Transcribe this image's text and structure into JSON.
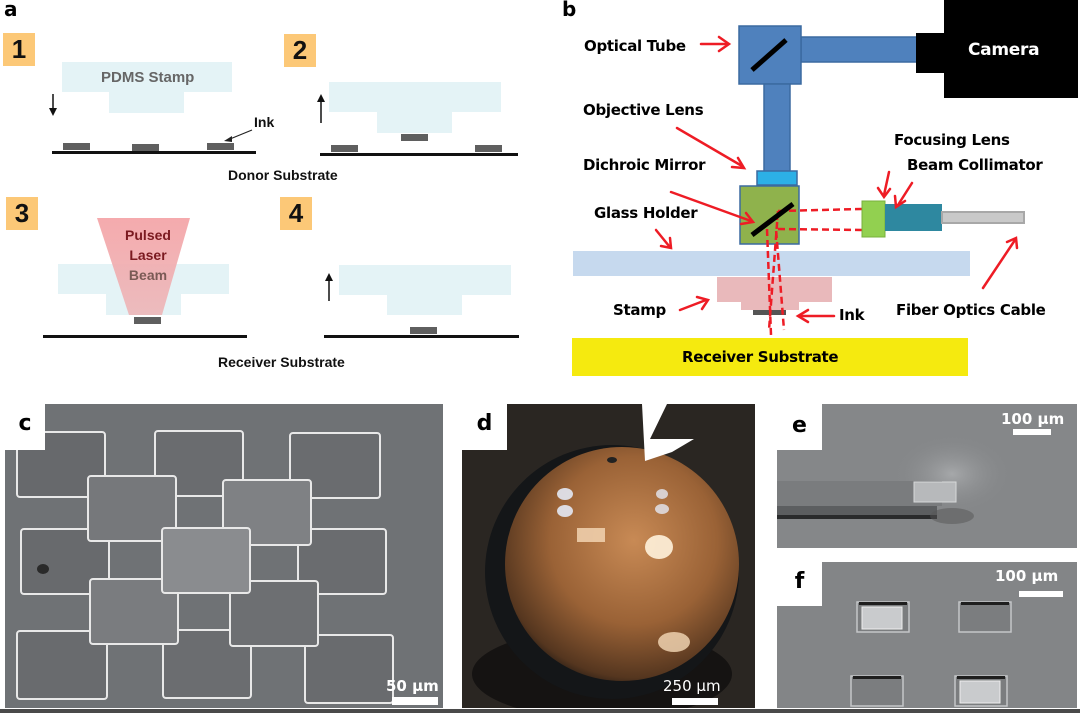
{
  "panel_a": {
    "label": "a",
    "steps": [
      "1",
      "2",
      "3",
      "4"
    ],
    "stamp_label": "PDMS Stamp",
    "ink_label": "Ink",
    "donor_label": "Donor  Substrate",
    "laser_label_lines": [
      "Pulsed",
      "Laser",
      "Beam"
    ],
    "receiver_label": "Receiver Substrate",
    "colors": {
      "step_box": "#fcc877",
      "stamp": "#e4f3f6",
      "laser": "#f4a3a6",
      "ink": "#5f5f5f"
    }
  },
  "panel_b": {
    "label": "b",
    "labels": {
      "optical_tube": "Optical Tube",
      "camera": "Camera",
      "objective_lens": "Objective Lens",
      "dichroic_mirror": "Dichroic Mirror",
      "focusing_lens": "Focusing Lens",
      "beam_collimator": "Beam Collimator",
      "glass_holder": "Glass Holder",
      "stamp": "Stamp",
      "ink": "Ink",
      "fiber_optics_cable": "Fiber Optics Cable",
      "receiver_substrate": "Receiver Substrate"
    },
    "colors": {
      "tube": "#4f81bd",
      "objective": "#2cb0e6",
      "mirror_box": "#8fb24c",
      "focusing_lens": "#92d050",
      "collimator": "#2e88a0",
      "glass_holder": "#c6d9ee",
      "stamp": "#e9b9bb",
      "receiver": "#f5ea0f",
      "arrow": "#ee1c25"
    }
  },
  "panel_c": {
    "label": "c",
    "scale_text": "50 µm",
    "description": "SEM image of woven stacked square plates"
  },
  "panel_d": {
    "label": "d",
    "scale_text": "250 µm",
    "description": "Photo of copper-colored sphere with arrow marker"
  },
  "panel_e": {
    "label": "e",
    "scale_text": "100 µm",
    "description": "SEM image of plate placed at end of beam"
  },
  "panel_f": {
    "label": "f",
    "scale_text": "100 µm",
    "description": "SEM image of four recessed square pockets, two filled"
  }
}
